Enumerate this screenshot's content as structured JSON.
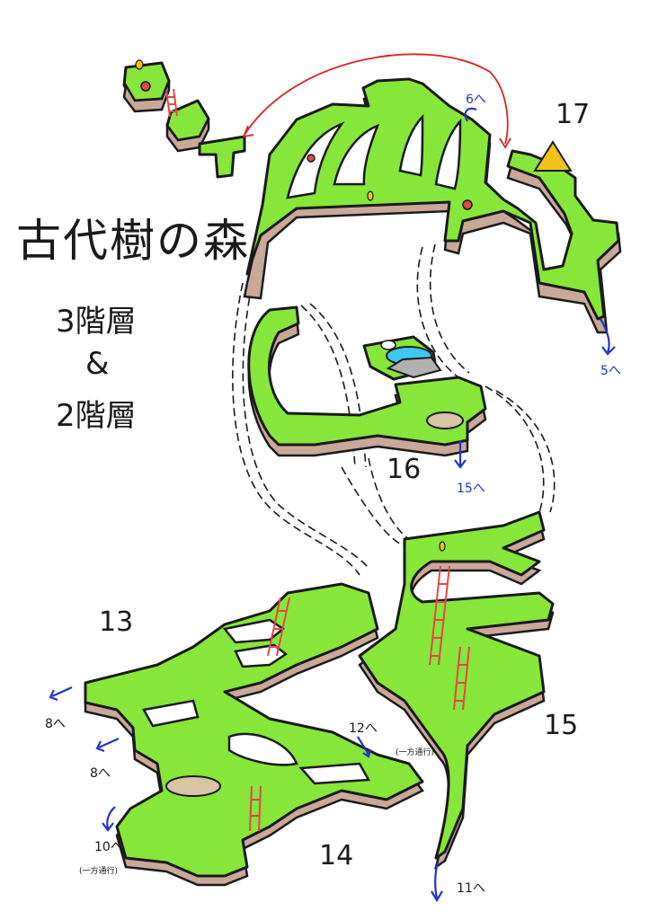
{
  "title": "古代樹の森",
  "floors": {
    "line1": "3階層",
    "line2": "&",
    "line3": "2階層"
  },
  "zones": {
    "z17": "17",
    "z16": "16",
    "z15": "15",
    "z14": "14",
    "z13": "13"
  },
  "exits": {
    "to5": "5へ",
    "to15": "15へ",
    "to12": "12へ",
    "to8a": "8へ",
    "to8b": "8へ",
    "to10": "10へ",
    "to11": "11へ",
    "to6": "6へ"
  },
  "notes": {
    "oneway1": "(一方通行)",
    "oneway2": "(一方通行)"
  },
  "colors": {
    "ground": "#86e63a",
    "soil": "#c9a89a",
    "water": "#3ec8f0",
    "exit_arrow": "#2233cc",
    "route_arrow": "#dd2222",
    "ladder": "#e04848",
    "camp_tent": "#f2c21a"
  },
  "icons": [
    "camp-tent-icon",
    "nest-icon",
    "rock-icon",
    "pond-icon",
    "mushroom-icon",
    "egg-icon",
    "bird-icon",
    "exit-arrow-icon",
    "ladder-icon"
  ]
}
